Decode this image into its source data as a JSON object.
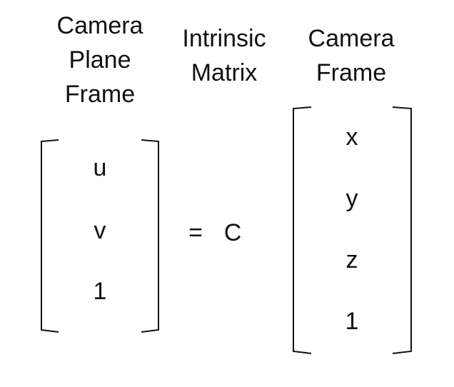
{
  "headings": {
    "left": [
      "Camera",
      "Plane",
      "Frame"
    ],
    "middle": [
      "Intrinsic",
      "Matrix"
    ],
    "right": [
      "Camera",
      "Frame"
    ]
  },
  "equation": {
    "left_vector": [
      "u",
      "v",
      "1"
    ],
    "equals": "=",
    "matrix_symbol": "C",
    "right_vector": [
      "x",
      "y",
      "z",
      "1"
    ]
  }
}
